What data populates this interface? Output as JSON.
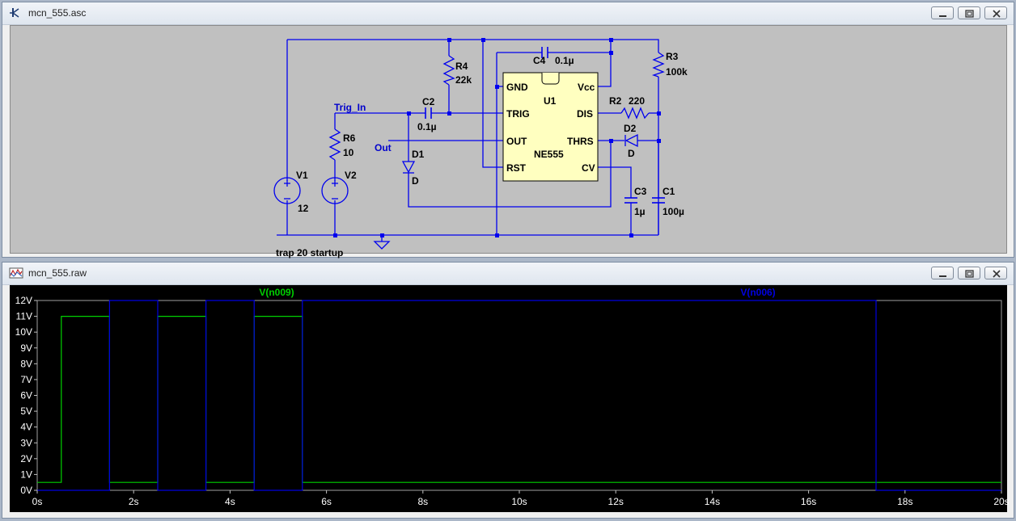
{
  "schematic_window": {
    "title": "mcn_555.asc",
    "icon": "schematic-icon",
    "buttons": [
      "minimize-icon",
      "restore-icon",
      "close-icon"
    ]
  },
  "schematic": {
    "ic": {
      "ref": "U1",
      "part": "NE555",
      "pins": {
        "gnd": "GND",
        "vcc": "Vcc",
        "trig": "TRIG",
        "dis": "DIS",
        "out": "OUT",
        "thrs": "THRS",
        "rst": "RST",
        "cv": "CV"
      }
    },
    "components": {
      "c4_ref": "C4",
      "c4_val": "0.1µ",
      "r4_ref": "R4",
      "r4_val": "22k",
      "r3_ref": "R3",
      "r3_val": "100k",
      "r2_ref": "R2",
      "r2_val": "220",
      "c2_ref": "C2",
      "c2_val": "0.1µ",
      "r6_ref": "R6",
      "r6_val": "10",
      "v1_ref": "V1",
      "v1_val": "12",
      "v2_ref": "V2",
      "d1_ref": "D1",
      "d1_val": "D",
      "d2_ref": "D2",
      "d2_val": "D",
      "c3_ref": "C3",
      "c3_val": "1µ",
      "c1_ref": "C1",
      "c1_val": "100µ"
    },
    "net_labels": {
      "trig_in": "Trig_In",
      "out": "Out"
    },
    "directive": "trap 20 startup"
  },
  "waveform_window": {
    "title": "mcn_555.raw",
    "icon": "waveform-icon",
    "buttons": [
      "minimize-icon",
      "restore-icon",
      "close-icon"
    ]
  },
  "chart_data": {
    "type": "line",
    "title": "",
    "xlabel": "",
    "ylabel": "",
    "xlim": [
      0,
      20
    ],
    "ylim": [
      0,
      12
    ],
    "x_ticks": [
      "0s",
      "2s",
      "4s",
      "6s",
      "8s",
      "10s",
      "12s",
      "14s",
      "16s",
      "18s",
      "20s"
    ],
    "y_ticks": [
      "0V",
      "1V",
      "2V",
      "3V",
      "4V",
      "5V",
      "6V",
      "7V",
      "8V",
      "9V",
      "10V",
      "11V",
      "12V"
    ],
    "grid": false,
    "background": "#000000",
    "series": [
      {
        "name": "V(n009)",
        "color": "#00d000",
        "x": [
          0,
          0.5,
          0.5,
          1.5,
          1.5,
          2.5,
          2.5,
          3.5,
          3.5,
          4.5,
          4.5,
          5.5,
          5.5,
          20
        ],
        "y": [
          0.5,
          0.5,
          11,
          11,
          0.5,
          0.5,
          11,
          11,
          0.5,
          0.5,
          11,
          11,
          0.5,
          0.5
        ]
      },
      {
        "name": "V(n006)",
        "color": "#0000e0",
        "x": [
          0,
          1.5,
          1.5,
          2.5,
          2.5,
          3.5,
          3.5,
          4.5,
          4.5,
          5.5,
          5.5,
          17.4,
          17.4,
          20
        ],
        "y": [
          0,
          0,
          12,
          12,
          0,
          0,
          12,
          12,
          0,
          0,
          12,
          12,
          0,
          0
        ]
      }
    ]
  }
}
